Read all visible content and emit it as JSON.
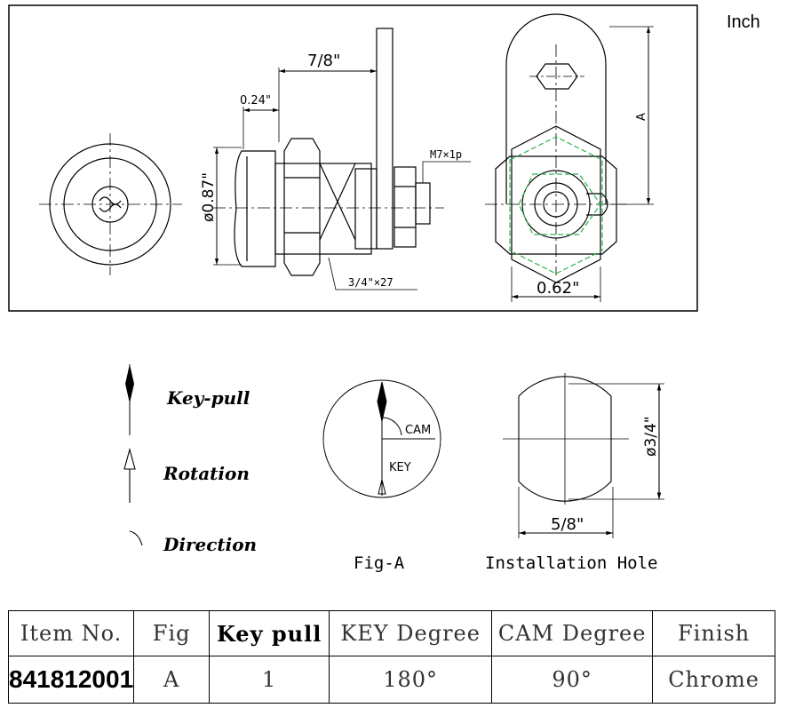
{
  "unit_label": "Inch",
  "dimensions": {
    "length": "7/8\"",
    "flange": "0.24\"",
    "diameter": "ø0.87\"",
    "thread_small": "M7×1p",
    "thread_large": "3/4\"×27",
    "cam_width": "0.62\"",
    "cam_length": "A",
    "hole_diameter": "ø3/4\"",
    "hole_width": "5/8\""
  },
  "legend": {
    "key_pull": "Key-pull",
    "rotation": "Rotation",
    "direction": "Direction"
  },
  "figure": {
    "cam_label": "CAM",
    "key_label": "KEY",
    "fig_caption": "Fig-A",
    "hole_caption": "Installation Hole"
  },
  "table": {
    "headers": [
      "Item No.",
      "Fig",
      "Key pull",
      "KEY Degree",
      "CAM Degree",
      "Finish"
    ],
    "row": [
      "841812001",
      "A",
      "1",
      "180°",
      "90°",
      "Chrome"
    ]
  },
  "colors": {
    "line": "#000000",
    "highlight": "#2db34a"
  }
}
